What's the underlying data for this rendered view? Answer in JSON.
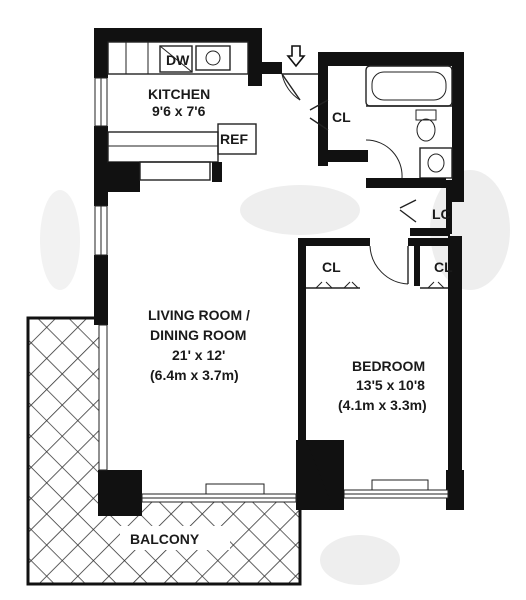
{
  "rooms": {
    "kitchen": {
      "name": "KITCHEN",
      "dimensions": "9'6 x 7'6"
    },
    "living": {
      "name_line1": "LIVING ROOM /",
      "name_line2": "DINING ROOM",
      "dimensions": "21' x 12'",
      "metric": "(6.4m x 3.7m)"
    },
    "bedroom": {
      "name": "BEDROOM",
      "dimensions": "13'5 x 10'8",
      "metric": "(4.1m x 3.3m)"
    },
    "balcony": {
      "name": "BALCONY"
    }
  },
  "fixtures": {
    "dishwasher": "DW",
    "refrigerator": "REF",
    "closet_top": "CL",
    "closet_living": "CL",
    "closet_bedroom": "CL",
    "linen_closet": "LC"
  },
  "icons": {
    "entrance": "entry-arrow-icon"
  }
}
